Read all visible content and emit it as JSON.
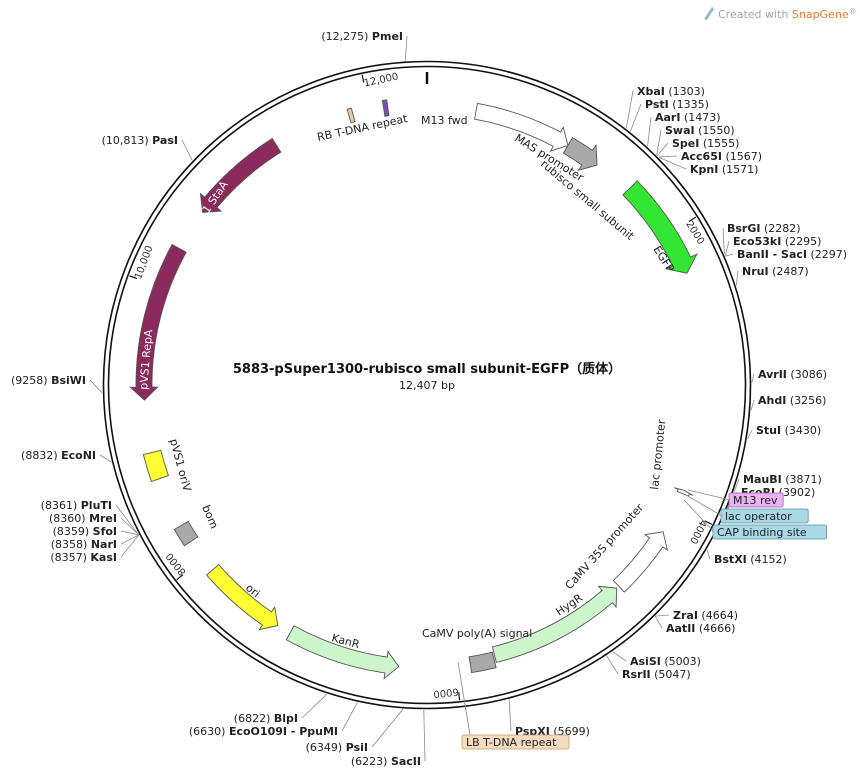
{
  "watermark": {
    "prefix": "Created with ",
    "brand": "SnapGene",
    "reg": "®"
  },
  "plasmid": {
    "name": "5883-pSuper1300-rubisco small subunit-EGFP（质体）",
    "size_label": "12,407 bp",
    "length": 12407,
    "origin_tick": 0
  },
  "ticks": [
    {
      "bp": 12000,
      "label": "12,000"
    },
    {
      "bp": 2000,
      "label": "2000"
    },
    {
      "bp": 4000,
      "label": "4000"
    },
    {
      "bp": 6000,
      "label": "6000"
    },
    {
      "bp": 8000,
      "label": "8000"
    },
    {
      "bp": 10000,
      "label": "10,000"
    }
  ],
  "sites": [
    {
      "name": "PmeI",
      "pos": "(12,275)",
      "bp": 12275
    },
    {
      "name": "XbaI",
      "pos": "(1303)",
      "bp": 1303
    },
    {
      "name": "PstI",
      "pos": "(1335)",
      "bp": 1335
    },
    {
      "name": "AarI",
      "pos": "(1473)",
      "bp": 1473
    },
    {
      "name": "SwaI",
      "pos": "(1550)",
      "bp": 1550
    },
    {
      "name": "SpeI",
      "pos": "(1555)",
      "bp": 1555
    },
    {
      "name": "Acc65I",
      "pos": "(1567)",
      "bp": 1567
    },
    {
      "name": "KpnI",
      "pos": "(1571)",
      "bp": 1571
    },
    {
      "name": "BsrGI",
      "pos": "(2282)",
      "bp": 2282
    },
    {
      "name": "Eco53kI",
      "pos": "(2295)",
      "bp": 2295
    },
    {
      "name": "BanII - SacI",
      "pos": "(2297)",
      "bp": 2297
    },
    {
      "name": "NruI",
      "pos": "(2487)",
      "bp": 2487
    },
    {
      "name": "AvrII",
      "pos": "(3086)",
      "bp": 3086
    },
    {
      "name": "AhdI",
      "pos": "(3256)",
      "bp": 3256
    },
    {
      "name": "StuI",
      "pos": "(3430)",
      "bp": 3430
    },
    {
      "name": "MauBI",
      "pos": "(3871)",
      "bp": 3871
    },
    {
      "name": "EcoRI",
      "pos": "(3902)",
      "bp": 3902
    },
    {
      "name": "BstXI",
      "pos": "(4152)",
      "bp": 4152
    },
    {
      "name": "ZraI",
      "pos": "(4664)",
      "bp": 4664
    },
    {
      "name": "AatII",
      "pos": "(4666)",
      "bp": 4666
    },
    {
      "name": "AsiSI",
      "pos": "(5003)",
      "bp": 5003
    },
    {
      "name": "RsrII",
      "pos": "(5047)",
      "bp": 5047
    },
    {
      "name": "PspXI",
      "pos": "(5699)",
      "bp": 5699
    },
    {
      "name": "SacII",
      "pos": "(6223)",
      "bp": 6223
    },
    {
      "name": "PsiI",
      "pos": "(6349)",
      "bp": 6349
    },
    {
      "name": "EcoO109I - PpuMI",
      "pos": "(6630)",
      "bp": 6630
    },
    {
      "name": "BlpI",
      "pos": "(6822)",
      "bp": 6822
    },
    {
      "name": "KasI",
      "pos": "(8357)",
      "bp": 8357
    },
    {
      "name": "NarI",
      "pos": "(8358)",
      "bp": 8358
    },
    {
      "name": "SfoI",
      "pos": "(8359)",
      "bp": 8359
    },
    {
      "name": "MreI",
      "pos": "(8360)",
      "bp": 8360
    },
    {
      "name": "PluTI",
      "pos": "(8361)",
      "bp": 8361
    },
    {
      "name": "EcoNI",
      "pos": "(8832)",
      "bp": 8832
    },
    {
      "name": "BsiWI",
      "pos": "(9258)",
      "bp": 9258
    },
    {
      "name": "PasI",
      "pos": "(10,813)",
      "bp": 10813
    }
  ],
  "features": [
    {
      "name": "MAS promoter",
      "kind": "promoter",
      "color": "#ffffff",
      "start": 350,
      "end": 1050,
      "dir": 1
    },
    {
      "name": "rubisco small subunit",
      "kind": "cds",
      "color": "#a9a9a9",
      "start": 1050,
      "end": 1300,
      "dir": 1
    },
    {
      "name": "EGFP",
      "kind": "cds",
      "color": "#33e633",
      "start": 1580,
      "end": 2300,
      "dir": 1
    },
    {
      "name": "lac promoter",
      "kind": "small",
      "color": "#ffffff",
      "start": 3870,
      "end": 3895,
      "dir": -1
    },
    {
      "name": "CaMV 35S promoter",
      "kind": "promoter",
      "color": "#ffffff",
      "start": 4200,
      "end": 4700,
      "dir": -1
    },
    {
      "name": "HygR",
      "kind": "cds",
      "color": "#ccf5cc",
      "start": 4720,
      "end": 5720,
      "dir": -1
    },
    {
      "name": "CaMV poly(A) signal",
      "kind": "box",
      "color": "#a9a9a9",
      "start": 5730,
      "end": 5900,
      "dir": 0
    },
    {
      "name": "KanR",
      "kind": "cds",
      "color": "#ccf5cc",
      "start": 6400,
      "end": 7200,
      "dir": -1
    },
    {
      "name": "ori",
      "kind": "cds",
      "color": "#ffff33",
      "start": 7300,
      "end": 7900,
      "dir": -1
    },
    {
      "name": "bom",
      "kind": "box",
      "color": "#a9a9a9",
      "start": 8150,
      "end": 8280,
      "dir": 0
    },
    {
      "name": "pVS1 oriV",
      "kind": "box",
      "color": "#ffff33",
      "start": 8640,
      "end": 8830,
      "dir": 0
    },
    {
      "name": "pVS1 RepA",
      "kind": "cds",
      "color": "#8b2a5c",
      "start": 9200,
      "end": 10300,
      "dir": -1
    },
    {
      "name": "pVS1 StaA",
      "kind": "cds",
      "color": "#8b2a5c",
      "start": 10600,
      "end": 11300,
      "dir": -1
    },
    {
      "name": "RB T-DNA repeat",
      "kind": "thin",
      "color": "#e8c9a5",
      "start": 11850,
      "end": 11880,
      "dir": 0
    },
    {
      "name": "M13 fwd",
      "kind": "primer",
      "color": "#7b4fb3",
      "start": 12100,
      "end": 12130,
      "dir": 0
    }
  ],
  "tags": [
    {
      "name": "M13 rev",
      "color": "#e7b3f0",
      "border": "#9a6bb0"
    },
    {
      "name": "lac operator",
      "color": "#a8d8e6",
      "border": "#5e95a8"
    },
    {
      "name": "CAP binding site",
      "color": "#a8d8e6",
      "border": "#5e95a8"
    },
    {
      "name": "LB T-DNA repeat",
      "color": "#f6dcbf",
      "border": "#c89a63"
    }
  ]
}
